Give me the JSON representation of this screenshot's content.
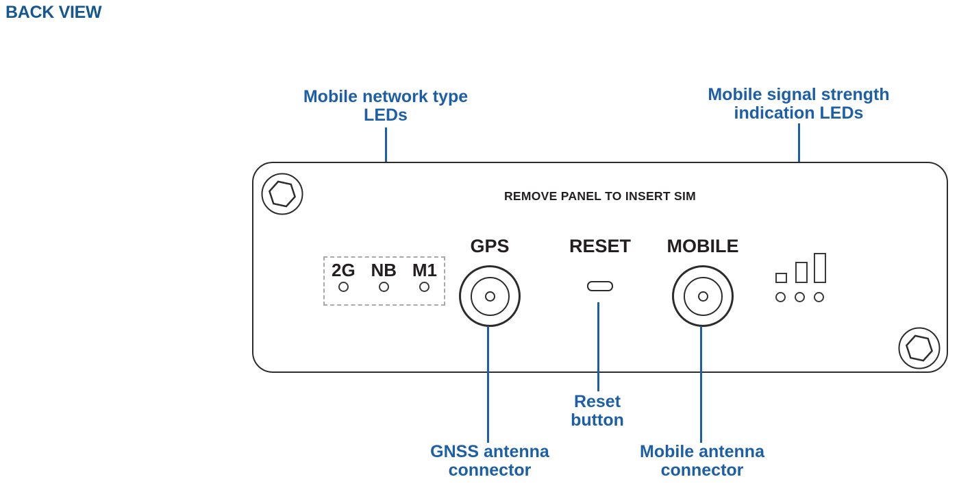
{
  "page_title": "BACK VIEW",
  "panel": {
    "top_text": "REMOVE PANEL TO INSERT SIM",
    "led_labels": [
      "2G",
      "NB",
      "M1"
    ],
    "gps_label": "GPS",
    "reset_label": "RESET",
    "mobile_label": "MOBILE"
  },
  "callouts": {
    "network_leds": {
      "line1": "Mobile network type",
      "line2": "LEDs"
    },
    "signal_leds": {
      "line1": "Mobile signal strength",
      "line2": "indication LEDs"
    },
    "reset": {
      "line1": "Reset",
      "line2": "button"
    },
    "gnss": {
      "line1": "GNSS  antenna",
      "line2": "connector"
    },
    "mobile": {
      "line1": "Mobile antenna",
      "line2": "connector"
    }
  },
  "colors": {
    "heading": "#15578f",
    "accent": "#1d5fa6",
    "line": "#2e2c2b"
  }
}
